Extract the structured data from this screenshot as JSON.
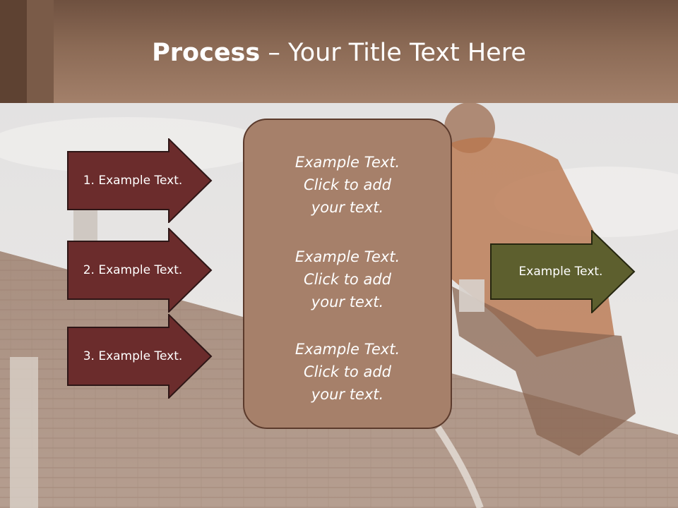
{
  "header": {
    "title_bold": "Process",
    "title_rest": " – Your Title Text Here"
  },
  "left_steps": [
    {
      "label": "1. Example Text."
    },
    {
      "label": "2. Example Text."
    },
    {
      "label": "3. Example Text."
    }
  ],
  "center_box": {
    "paragraphs": [
      {
        "line1": "Example Text.",
        "line2": "Click  to add",
        "line3": "your text."
      },
      {
        "line1": "Example Text.",
        "line2": "Click  to add",
        "line3": "your text."
      },
      {
        "line1": "Example Text.",
        "line2": "Click  to add",
        "line3": "your text."
      }
    ]
  },
  "right_step": {
    "label": "Example Text."
  },
  "colors": {
    "header_brown": "#8b6a55",
    "step_arrow_fill": "#6b2c2c",
    "center_box_fill": "#a6806a",
    "right_arrow_fill": "#5d5f2e"
  }
}
